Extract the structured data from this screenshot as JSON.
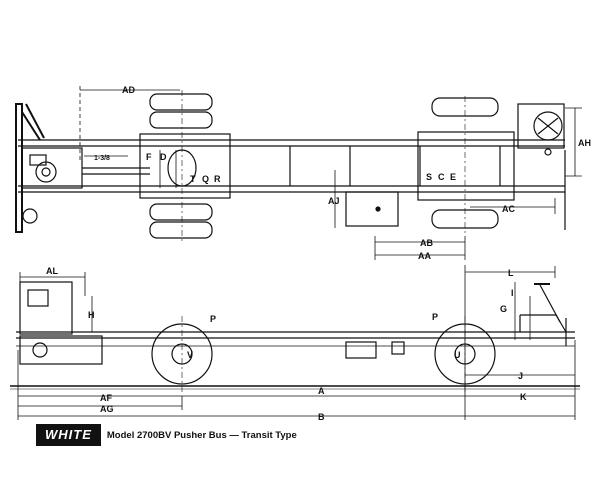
{
  "logo_text": "WHITE",
  "caption": "Model 2700BV Pusher Bus — Transit Type",
  "fraction_label": "1-3/8",
  "top_view_labels": {
    "AD": "AD",
    "F": "F",
    "D": "D",
    "T": "T",
    "Q": "Q",
    "R": "R",
    "AJ": "AJ",
    "S": "S",
    "C": "C",
    "E": "E",
    "AH": "AH",
    "AC": "AC",
    "AB": "AB",
    "AA": "AA"
  },
  "side_view_labels": {
    "AL": "AL",
    "H": "H",
    "P_front": "P",
    "V": "V",
    "P_rear": "P",
    "U": "U",
    "L": "L",
    "G": "G",
    "I": "I",
    "J": "J",
    "A": "A",
    "AF": "AF",
    "AG": "AG",
    "K": "K",
    "B": "B"
  },
  "colors": {
    "ink": "#111111",
    "paper": "#ffffff"
  }
}
